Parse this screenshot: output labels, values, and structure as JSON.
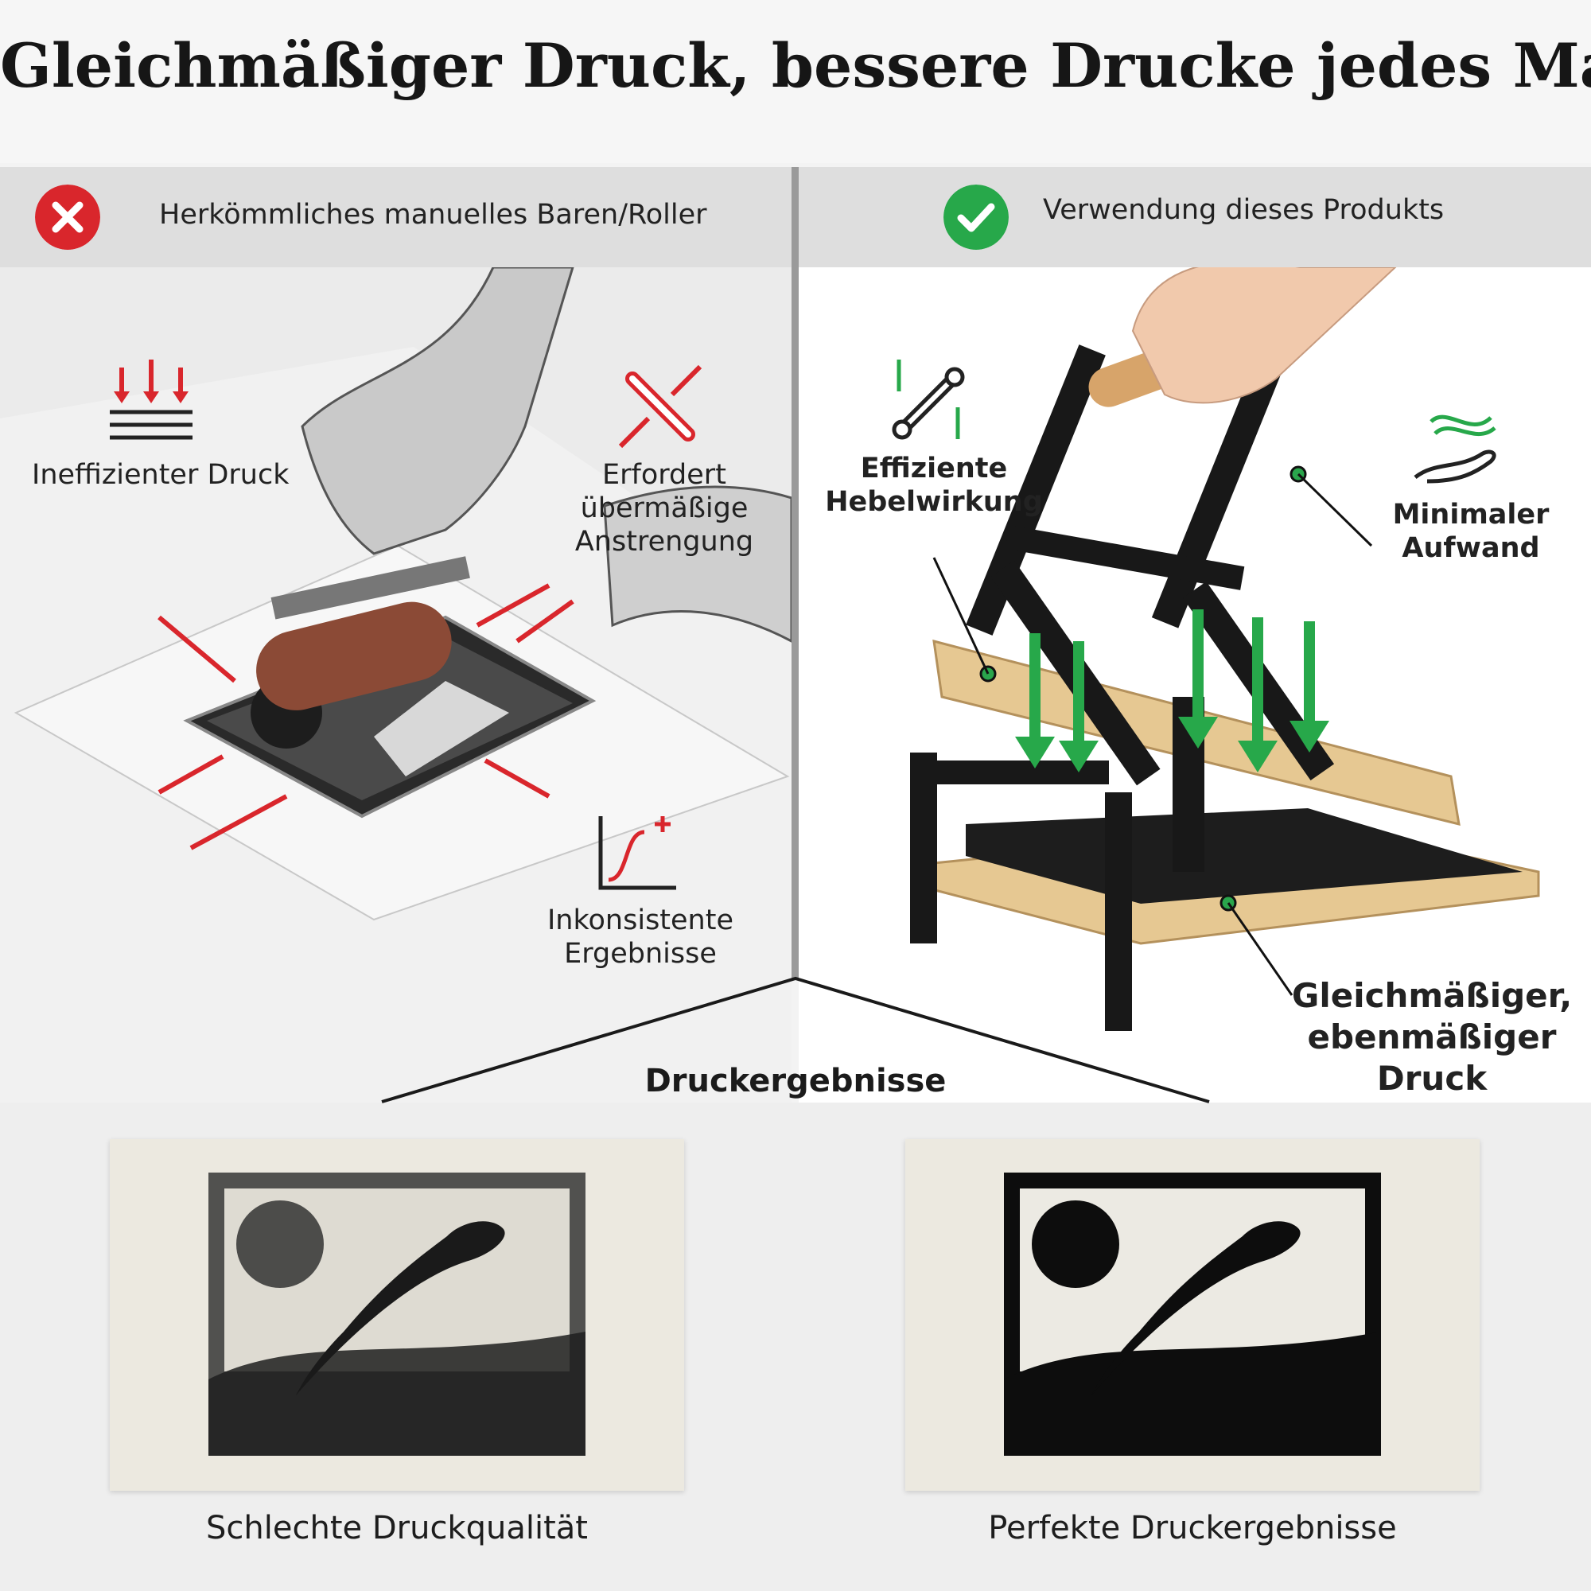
{
  "title": "Gleichmäßiger Druck, bessere Drucke jedes Mal",
  "left": {
    "header": "Herkömmliches manuelles Baren/Roller",
    "features": {
      "inefficient_pressure": "Ineffizienter Druck",
      "excessive_effort": "Erfordert übermäßige Anstrengung",
      "inconsistent_results": "Inkonsistente Ergebnisse"
    },
    "caption": "Schlechte Druckqualität"
  },
  "right": {
    "header": "Verwendung dieses Produkts",
    "features": {
      "efficient_leverage": "Effiziente Hebelwirkung",
      "minimal_effort": "Minimaler Aufwand",
      "even_pressure": "Gleichmäßiger, ebenmäßiger Druck"
    },
    "caption": "Perfekte Druckergebnisse"
  },
  "results_label": "Druckergebnisse",
  "colors": {
    "bad": "#d9262c",
    "good": "#27a84a",
    "wood": "#e6c892",
    "steel": "#181818"
  },
  "icons": [
    "x-icon",
    "check-icon",
    "pressure-icon",
    "wrench-icon",
    "chart-icon",
    "lever-icon",
    "hand-icon"
  ]
}
